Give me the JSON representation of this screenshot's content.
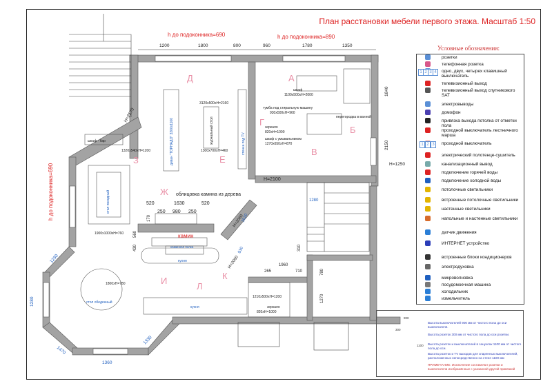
{
  "title": "План расстановки мебели первого этажа. Масштаб 1:50",
  "sill_labels": [
    "h до подоконника=690",
    "h до подоконника=890",
    "h до подоконника=690"
  ],
  "top_dims": [
    "1200",
    "1800",
    "800",
    "960",
    "1780",
    "1350"
  ],
  "side_dims": [
    "1840",
    "2150",
    "H=1250",
    "H=2170",
    "1230",
    "1280",
    "1470",
    "1360",
    "1330"
  ],
  "room_letters": [
    "Д",
    "А",
    "Г",
    "Б",
    "В",
    "Е",
    "З",
    "Ж",
    "И",
    "К",
    "Л"
  ],
  "labels": {
    "shkaf_bar": "шкаф - бар",
    "shkaf_bar_size": "1320x540xH=1200",
    "divan": "диван \"ТОРНАДО\" 3200x1100",
    "divan_size": "3120x500xH=2160",
    "zhurnal_stol": "журнальный стол",
    "zhurnal_size": "1300x700xH=460",
    "tv": "стенка под TV",
    "shkaf_a": "шкаф",
    "shkaf_a_size": "1100x500xH=2000",
    "tumba": "тумба под стиральную машину",
    "tumba_size": "930x500xH=960",
    "perehod": "перегородка в ванной",
    "zerkalo_g": "зеркало",
    "zerkalo_g_size": "820xH=1000",
    "shkaf_umyv": "шкаф с умывальником",
    "shkaf_umyv_size": "1270x650xH=870",
    "h2100": "H=2100",
    "oblitsovka": "облицовка камина из дерева",
    "kamin_dims": [
      "520",
      "1630",
      "520",
      "250",
      "980",
      "250"
    ],
    "kamin": "камин",
    "kamin_sub": "каминная полка",
    "kamin_h": [
      "170",
      "560",
      "430"
    ],
    "kukhnya_lbl": "кухня",
    "stol_pohodny": "стол походный",
    "stol_size": "1900x1000xH=760",
    "stol_obed": "стол обеденный",
    "stol_obed_size": "1800xH=780",
    "kukhn": "кухня",
    "h2060a": "H=2060",
    "h2060b": "H=2060",
    "d1020": "1020",
    "d830": "830",
    "d1280": "1280",
    "d1960": "1960",
    "d265": "265",
    "d710": "710",
    "d780": "780",
    "d1270": "1270",
    "d310": "310",
    "zerkalo_l": "зеркало",
    "zerkalo_l_size": "820xH=1000",
    "size_l": "1210x500xH=1200"
  },
  "legend": {
    "title": "Условные обозначения:",
    "items": [
      "розетки",
      "телефонная розетка",
      "одно, двух, четырех клавишный выключатель",
      "телевизионный выход",
      "телевизионный выход спутникового SAT",
      "электровыводы",
      "домофон",
      "привязка выхода потолка от отметки пола",
      "проходной выключатель лестничного марша",
      "проходной выключатель",
      "электрический полотенце-сушитель",
      "канализационный вывод",
      "подключение горячей воды",
      "подключение холодной воды",
      "потолочные светильники",
      "встроенные потолочные светильники",
      "настенные светильники",
      "напольные и настенные светильники",
      "датчик движения",
      "ИНТЕРНЕТ устройство",
      "встроенные блоки кондиционеров",
      "электродуховка",
      "микроволновка",
      "посудомоечная машина",
      "холодильник",
      "измельчитель"
    ],
    "sym_labels": [
      "1",
      "2",
      "3",
      "4",
      "1",
      "2",
      "3"
    ]
  },
  "notes": [
    "Высота выключателей 900 мм от чистого пола до оси выключателя.",
    "Высота розеток 300 мм от чистого пола до оси розетки.",
    "Высота розеток и выключателей в санузлах 1100 мм от чистого пола до оси.",
    "Высота розеток и TV выходов для спаренных выключателей, расположенных непосредственно на стене 1100 мм",
    "ПРИМЕЧАНИЕ: Исключение составляют розетки и выключатели изображённые с указанной другой привязкой"
  ],
  "note_marks": [
    "900",
    "300",
    "1100"
  ],
  "colors": {
    "wall": "#a0a0a0",
    "red": "#d22",
    "blue": "#1f5fbf",
    "pink": "#e98fa6"
  }
}
